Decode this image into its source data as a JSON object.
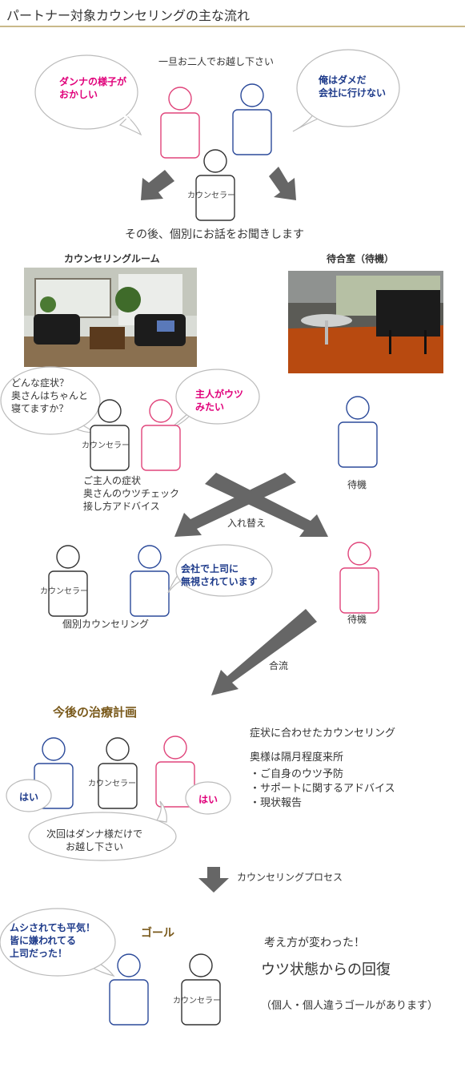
{
  "page": {
    "title": "パートナー対象カウンセリングの主な流れ"
  },
  "step1": {
    "heading": "一旦お二人でお越し下さい",
    "wife_bubble": "ダンナの様子が\nおかしい",
    "husband_bubble": "俺はダメだ\n会社に行けない",
    "counselor_label": "カウンセラー",
    "after": "その後、個別にお話をお聞きします"
  },
  "rooms": {
    "counseling_room": "カウンセリングルーム",
    "waiting_room": "待合室（待機）"
  },
  "step2": {
    "counselor_bubble": "どんな症状？\n奥さんはちゃんと\n寝てますか？",
    "wife_bubble": "主人がウツ\nみたい",
    "counselor_label": "カウンセラー",
    "topics": "ご主人の症状\n奥さんのウツチェック\n接し方アドバイス",
    "waiting_label": "待機",
    "swap_label": "入れ替え"
  },
  "step3": {
    "husband_bubble": "会社で上司に\n無視されています",
    "counselor_label": "カウンセラー",
    "caption": "個別カウンセリング",
    "waiting_label": "待機",
    "merge_label": "合流"
  },
  "plan": {
    "heading": "今後の治療計画",
    "husband_bubble": "はい",
    "wife_bubble": "はい",
    "counselor_label": "カウンセラー",
    "counselor_bubble": "次回はダンナ様だけで\nお越し下さい",
    "line1": "症状に合わせたカウンセリング",
    "line2": "奥様は隔月程度来所",
    "bullets": "・ご自身のウツ予防\n・サポートに関するアドバイス\n・現状報告",
    "process_label": "カウンセリングプロセス"
  },
  "goal": {
    "heading": "ゴール",
    "husband_bubble": "ムシされても平気！\n皆に嫌われてる\n上司だった！",
    "counselor_label": "カウンセラー",
    "changed": "考え方が変わった！",
    "recovery": "ウツ状態からの回復",
    "note": "（個人・個人違うゴールがあります）"
  },
  "colors": {
    "wife": "#e0457b",
    "husband": "#2b4a9a",
    "counselor": "#333333",
    "pink_text": "#e0007a",
    "navy_text": "#1d3a8a",
    "arrow": "#666666",
    "accent": "#c9b98a"
  },
  "icons": [
    "person-icon",
    "down-arrow-icon",
    "speech-bubble",
    "cross-arrows-icon"
  ]
}
